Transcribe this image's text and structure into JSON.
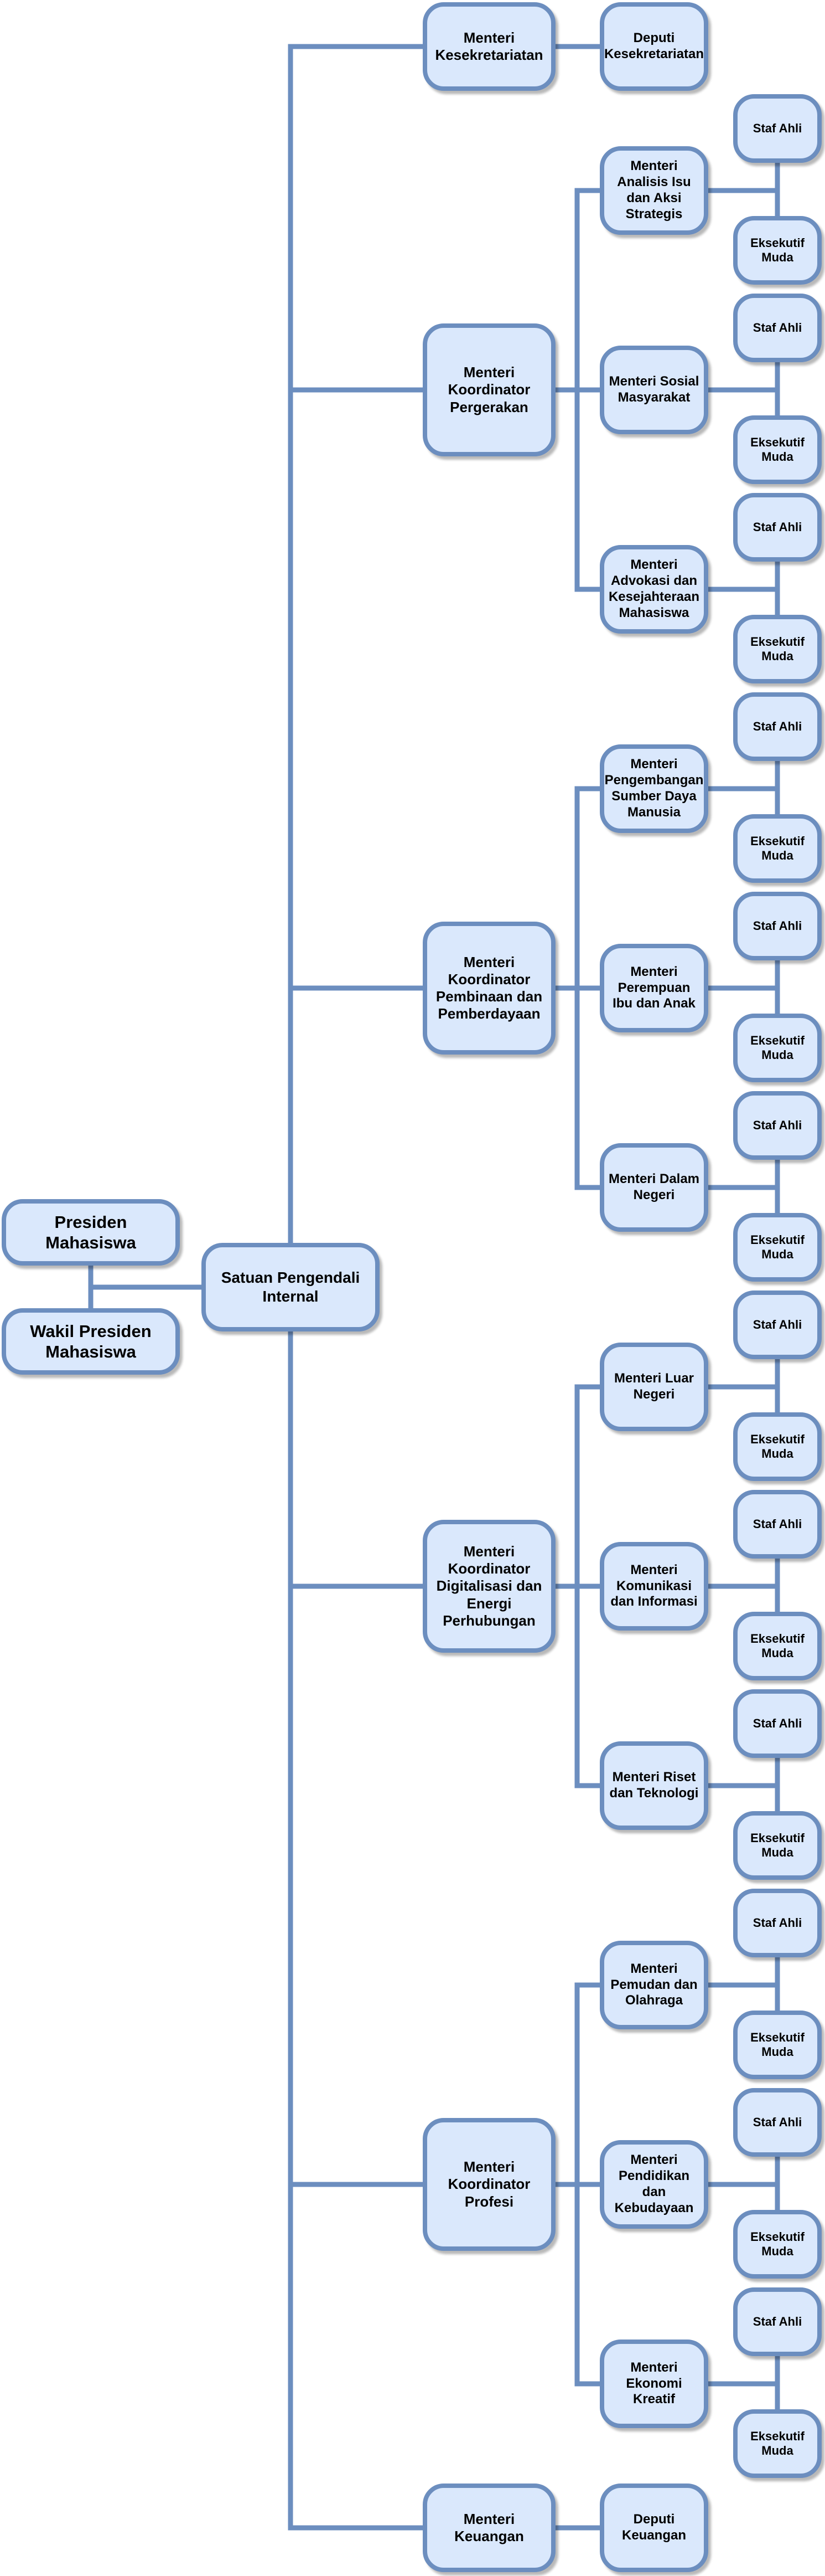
{
  "colors": {
    "node_fill": "#dae8fc",
    "node_border": "#6c8ebf",
    "connector": "#6c8ebf",
    "text": "#000000"
  },
  "leaders": {
    "president": "Presiden Mahasiswa",
    "vice_president": "Wakil Presiden Mahasiswa",
    "internal_control": "Satuan Pengendali Internal"
  },
  "secretariat": {
    "minister": "Menteri Kesekretariatan",
    "deputy": "Deputi Kesekretariatan"
  },
  "finance": {
    "minister": "Menteri Keuangan",
    "deputy": "Deputi Keuangan"
  },
  "support_labels": {
    "expert": "Staf Ahli",
    "junior": "Eksekutif Muda"
  },
  "coordinators": [
    {
      "label": "Menteri Koordinator Pergerakan",
      "ministries": [
        {
          "label": "Menteri Analisis Isu dan Aksi Strategis"
        },
        {
          "label": "Menteri Sosial Masyarakat"
        },
        {
          "label": "Menteri Advokasi dan Kesejahteraan Mahasiswa"
        }
      ]
    },
    {
      "label": "Menteri Koordinator Pembinaan dan Pemberdayaan",
      "ministries": [
        {
          "label": "Menteri Pengembangan Sumber Daya Manusia"
        },
        {
          "label": "Menteri Perempuan Ibu dan Anak"
        },
        {
          "label": "Menteri Dalam Negeri"
        }
      ]
    },
    {
      "label": "Menteri Koordinator Digitalisasi dan Energi Perhubungan",
      "ministries": [
        {
          "label": "Menteri Luar Negeri"
        },
        {
          "label": "Menteri Komunikasi dan Informasi"
        },
        {
          "label": "Menteri Riset dan Teknologi"
        }
      ]
    },
    {
      "label": "Menteri Koordinator Profesi",
      "ministries": [
        {
          "label": "Menteri Pemudan dan Olahraga"
        },
        {
          "label": "Menteri Pendidikan dan Kebudayaan"
        },
        {
          "label": "Menteri Ekonomi Kreatif"
        }
      ]
    }
  ]
}
